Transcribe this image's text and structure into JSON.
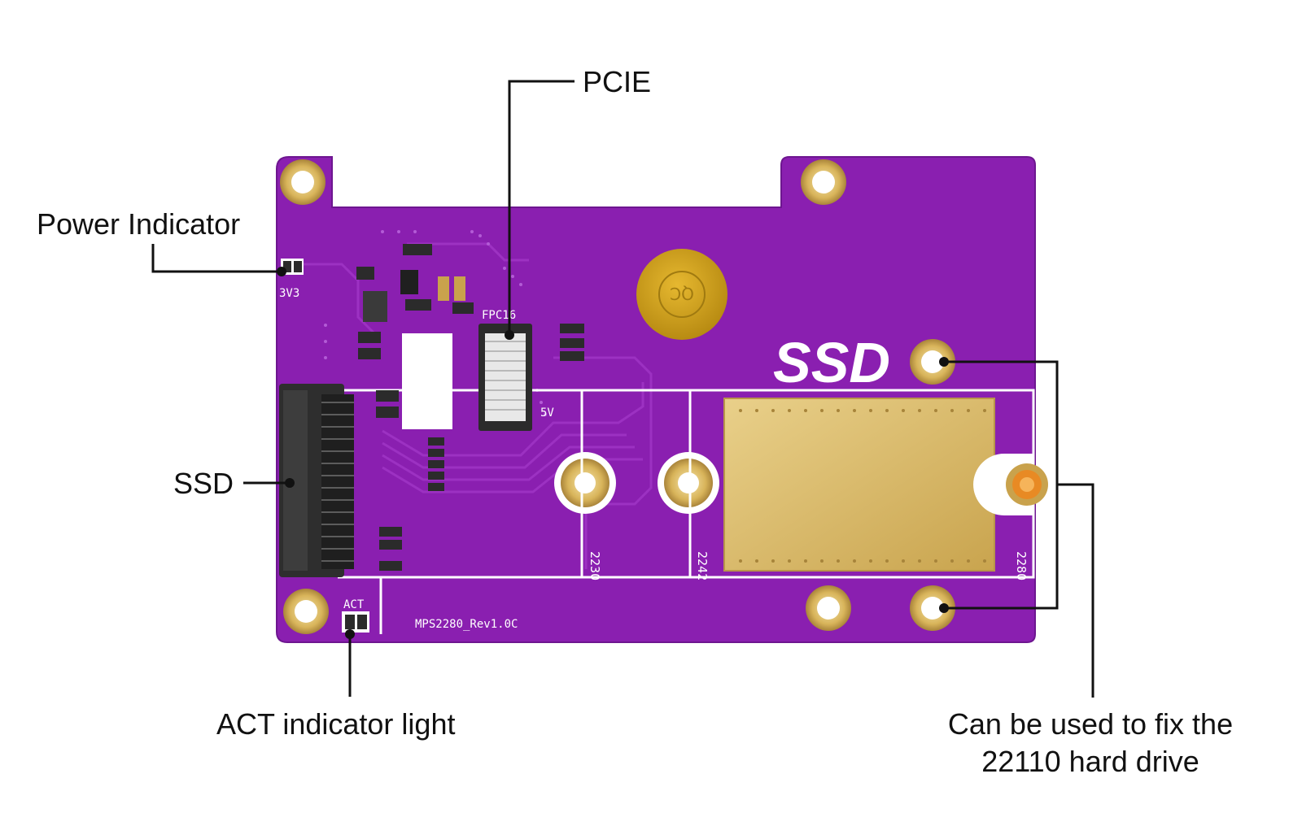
{
  "labels": {
    "pcie": "PCIE",
    "power_indicator": "Power Indicator",
    "ssd_slot": "SSD",
    "act_indicator": "ACT indicator light",
    "fix_22110_line1": "Can be used to fix the",
    "fix_22110_line2": "22110 hard drive"
  },
  "board": {
    "ssd_marking": "SSD",
    "power_led_mark": "3V3",
    "act_led_mark": "ACT",
    "connector_mark": "FPC16",
    "voltage_mark": "5V",
    "revision": "MPS2280_Rev1.0C",
    "slot_2230": "2230",
    "slot_2242": "2242",
    "slot_2280": "2280",
    "qc_sticker": "QC"
  },
  "colors": {
    "pcb": "#8a1fb0",
    "pcb_dark": "#6e1690",
    "gold": "#d8b45a",
    "silkscreen": "#ffffff",
    "connector": "#2b2b2b",
    "leader_line": "#111111"
  }
}
